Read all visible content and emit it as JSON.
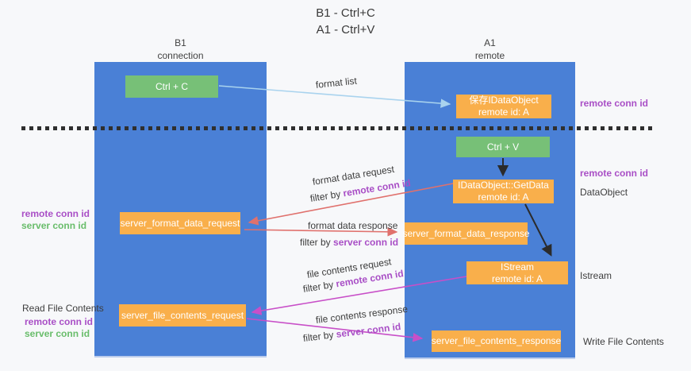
{
  "title": {
    "line1": "B1 - Ctrl+C",
    "line2": "A1 - Ctrl+V"
  },
  "lanes": {
    "left": {
      "name": "B1",
      "role": "connection"
    },
    "right": {
      "name": "A1",
      "role": "remote"
    }
  },
  "boxes": {
    "ctrl_c": "Ctrl + C",
    "ctrl_v": "Ctrl + V",
    "save_idataobject": {
      "line1": "保存IDataObject",
      "line2": "remote id: A"
    },
    "getdata": {
      "line1": "IDataObject::GetData",
      "line2": "remote id: A"
    },
    "istream": {
      "line1": "IStream",
      "line2": "remote id: A"
    },
    "format_request": "server_format_data_request",
    "format_response": "server_format_data_response",
    "file_request": "server_file_contents_request",
    "file_response": "server_file_contents_response"
  },
  "messages": {
    "format_list": {
      "label": "format list"
    },
    "format_request": {
      "label": "format data request",
      "filter_prefix": "filter by ",
      "filter_key": "remote conn id"
    },
    "format_response": {
      "label": "format data response",
      "filter_prefix": "filter by ",
      "filter_key": "server conn id"
    },
    "file_request": {
      "label": "file contents request",
      "filter_prefix": "filter by ",
      "filter_key": "remote conn id"
    },
    "file_response": {
      "label": "file contents response",
      "filter_prefix": "filter by ",
      "filter_key": "server conn id"
    }
  },
  "side_labels": {
    "remote_conn_id": "remote conn id",
    "server_conn_id": "server conn id",
    "dataobject": "DataObject",
    "istream": "Istream",
    "read_file_contents": "Read File Contents",
    "write_file_contents": "Write File Contents"
  },
  "colors": {
    "lane_blue": "#4a80d6",
    "box_orange": "#f9af4b",
    "box_green": "#77c077",
    "arrow_lightblue": "#a9d3ee",
    "arrow_black": "#2b2b2b",
    "arrow_salmon": "#e0716d",
    "arrow_magenta": "#c84fc8",
    "text_purple": "#a94fc6",
    "text_green": "#69bd6b",
    "dash_line": "#2f2f2f"
  }
}
